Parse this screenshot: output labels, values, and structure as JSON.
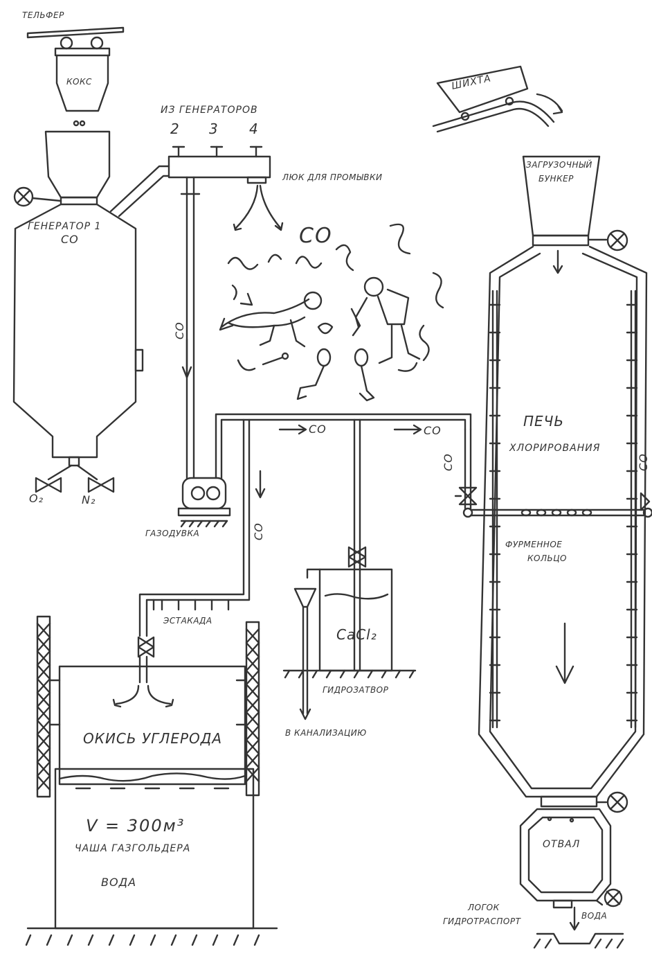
{
  "labels": {
    "telfer": "ТЕЛЬФЕР",
    "koks": "КОКС",
    "generator": "ГЕНЕРАТОР 1",
    "generator_co": "CO",
    "o2": "O₂",
    "n2": "N₂",
    "from_generators": "ИЗ ГЕНЕРАТОРОВ",
    "gen_2": "2",
    "gen_3": "3",
    "gen_4": "4",
    "hatch": "ЛЮК ДЛЯ ПРОМЫВКИ",
    "co_leak": "CO",
    "co_pipe_left": "CO",
    "co_mid1": "CO",
    "co_mid2": "CO",
    "co_right_vert": "CO",
    "co_lower": "CO",
    "co_far_right": "CO",
    "gas_blower": "ГАЗОДУВКА",
    "estakada": "ЭСТАКАДА",
    "carbon_monoxide": "ОКИСЬ УГЛЕРОДА",
    "volume": "V = 300м³",
    "gasholder_bowl": "ЧАША ГАЗГОЛЬДЕРА",
    "water_tank": "ВОДА",
    "cacl2": "CaCl₂",
    "water_seal": "ГИДРОЗАТВОР",
    "to_sewer": "В КАНАЛИЗАЦИЮ",
    "charge": "ШИХТА",
    "loading_bunker_1": "ЗАГРУЗОЧНЫЙ",
    "loading_bunker_2": "БУНКЕР",
    "furnace_1": "ПЕЧЬ",
    "furnace_2": "ХЛОРИРОВАНИЯ",
    "tuyere_1": "ФУРМЕННОЕ",
    "tuyere_2": "КОЛЬЦО",
    "dump": "ОТВАЛ",
    "trough_1": "ЛОГОК",
    "trough_2": "ГИДРОТРАСПОРТ",
    "water_bottom": "ВОДА"
  }
}
